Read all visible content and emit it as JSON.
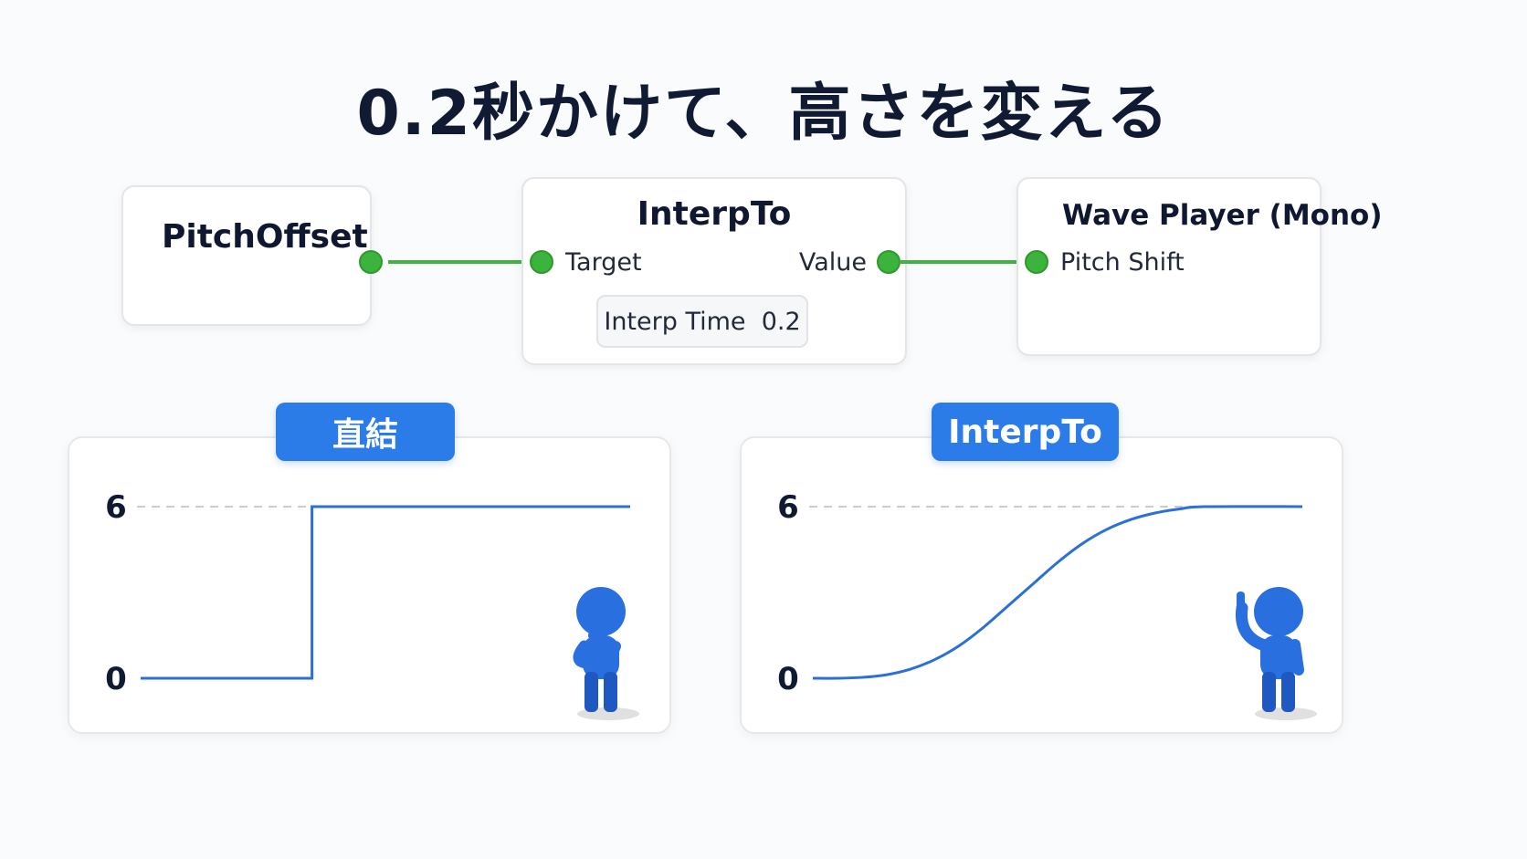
{
  "title": "0.2秒かけて、高さを変える",
  "nodes": {
    "pitch_offset": {
      "title": "PitchOffset"
    },
    "interp_to": {
      "title": "InterpTo",
      "input_pin": "Target",
      "output_pin": "Value",
      "param": "Interp Time  0.2"
    },
    "wave_player": {
      "title": "Wave Player (Mono)",
      "input_pin": "Pitch Shift"
    }
  },
  "colors": {
    "wire": "#42b342",
    "curve": "#2b6fd9",
    "badge": "#2b7be8",
    "title": "#111a33"
  },
  "chart_data": [
    {
      "type": "line",
      "title": "直結",
      "y_ticks": [
        "6",
        "0"
      ],
      "ylim": [
        0,
        6
      ],
      "xlim": [
        0,
        1
      ],
      "x": [
        0,
        0.35,
        0.35,
        1
      ],
      "values": [
        0,
        0,
        6,
        6
      ],
      "reference_line": 6,
      "figure": "thinking-person-icon"
    },
    {
      "type": "line",
      "title": "InterpTo",
      "y_ticks": [
        "6",
        "0"
      ],
      "ylim": [
        0,
        6
      ],
      "xlim": [
        0,
        1
      ],
      "x": [
        0,
        0.05,
        0.1,
        0.15,
        0.2,
        0.25,
        0.3,
        0.35,
        0.4,
        0.45,
        0.5,
        0.55,
        0.6,
        0.65,
        0.7,
        0.75,
        0.8,
        1
      ],
      "values": [
        0,
        0,
        0.03,
        0.12,
        0.32,
        0.66,
        1.15,
        1.8,
        2.55,
        3.3,
        4.05,
        4.7,
        5.2,
        5.55,
        5.78,
        5.92,
        6,
        6
      ],
      "reference_line": 6,
      "figure": "idea-person-icon"
    }
  ]
}
